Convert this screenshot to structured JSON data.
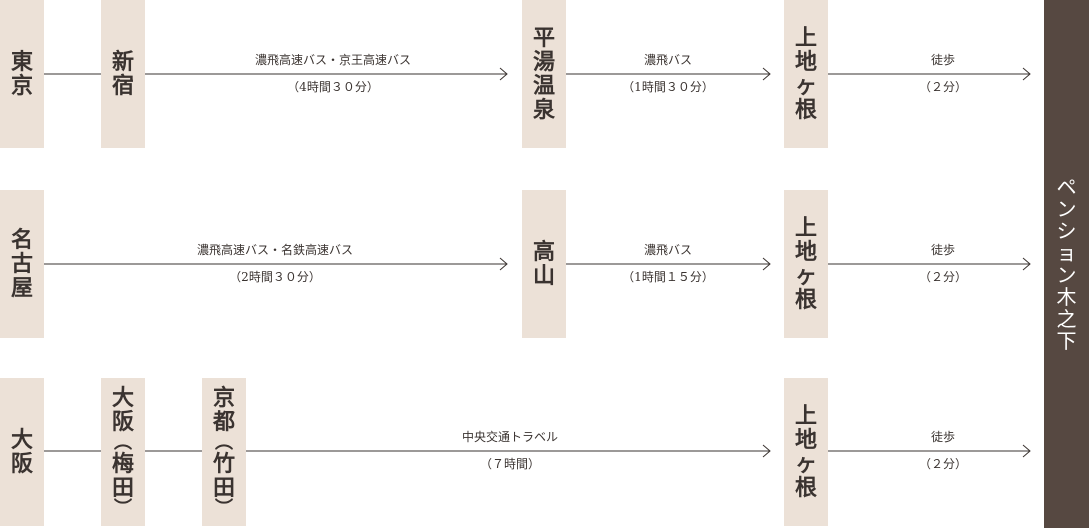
{
  "destination": "ペンション木之下",
  "rows": [
    {
      "stations": [
        "東京",
        "新宿",
        "平湯温泉",
        "上地ヶ根"
      ],
      "segments": [
        {
          "line1": "濃飛高速バス・京王高速バス",
          "line2": "（4時間３０分）"
        },
        {
          "line1": "濃飛バス",
          "line2": "（1時間３０分）"
        },
        {
          "line1": "徒歩",
          "line2": "（２分）"
        }
      ]
    },
    {
      "stations": [
        "名古屋",
        "高山",
        "上地ヶ根"
      ],
      "segments": [
        {
          "line1": "濃飛高速バス・名鉄高速バス",
          "line2": "（2時間３０分）"
        },
        {
          "line1": "濃飛バス",
          "line2": "（1時間１５分）"
        },
        {
          "line1": "徒歩",
          "line2": "（２分）"
        }
      ]
    },
    {
      "stations": [
        "大阪",
        "大阪（梅田）",
        "京都（竹田）",
        "上地ヶ根"
      ],
      "segments": [
        {
          "line1": "中央交通トラベル",
          "line2": "（７時間）"
        },
        {
          "line1": "徒歩",
          "line2": "（２分）"
        }
      ]
    }
  ]
}
